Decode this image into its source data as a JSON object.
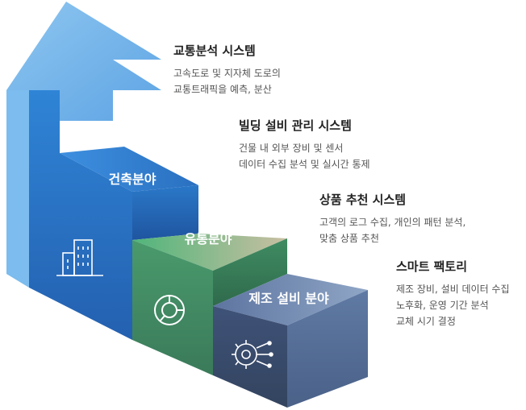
{
  "stages": [
    {
      "label": "건축분야",
      "icon": "building-icon"
    },
    {
      "label": "유통분야",
      "icon": "pie-chart-icon"
    },
    {
      "label": "제조 설비 분야",
      "icon": "gear-circuit-icon"
    }
  ],
  "systems": [
    {
      "title": "교통분석 시스템",
      "lines": [
        "고속도로 및 지자체 도로의",
        "교통트래픽을 예측, 분산"
      ]
    },
    {
      "title": "빌딩 설비 관리 시스템",
      "lines": [
        "건물 내 외부 장비 및 센서",
        "데이터 수집 분석 및 실시간 통제"
      ]
    },
    {
      "title": "상품 추천 시스템",
      "lines": [
        "고객의 로그 수집, 개인의 패턴 분석,",
        "맞춤 상품 추천"
      ]
    },
    {
      "title": "스마트 팩토리",
      "lines": [
        "제조 장비, 설비 데이터 수집",
        "노후화, 운영 기간 분석",
        "교체 시기 결정"
      ]
    }
  ],
  "colors": {
    "architecture": "#2a7fd0",
    "distribution": "#3f9a6a",
    "manufacturing": "#475c82",
    "arrow_top": "#6aaee8"
  }
}
